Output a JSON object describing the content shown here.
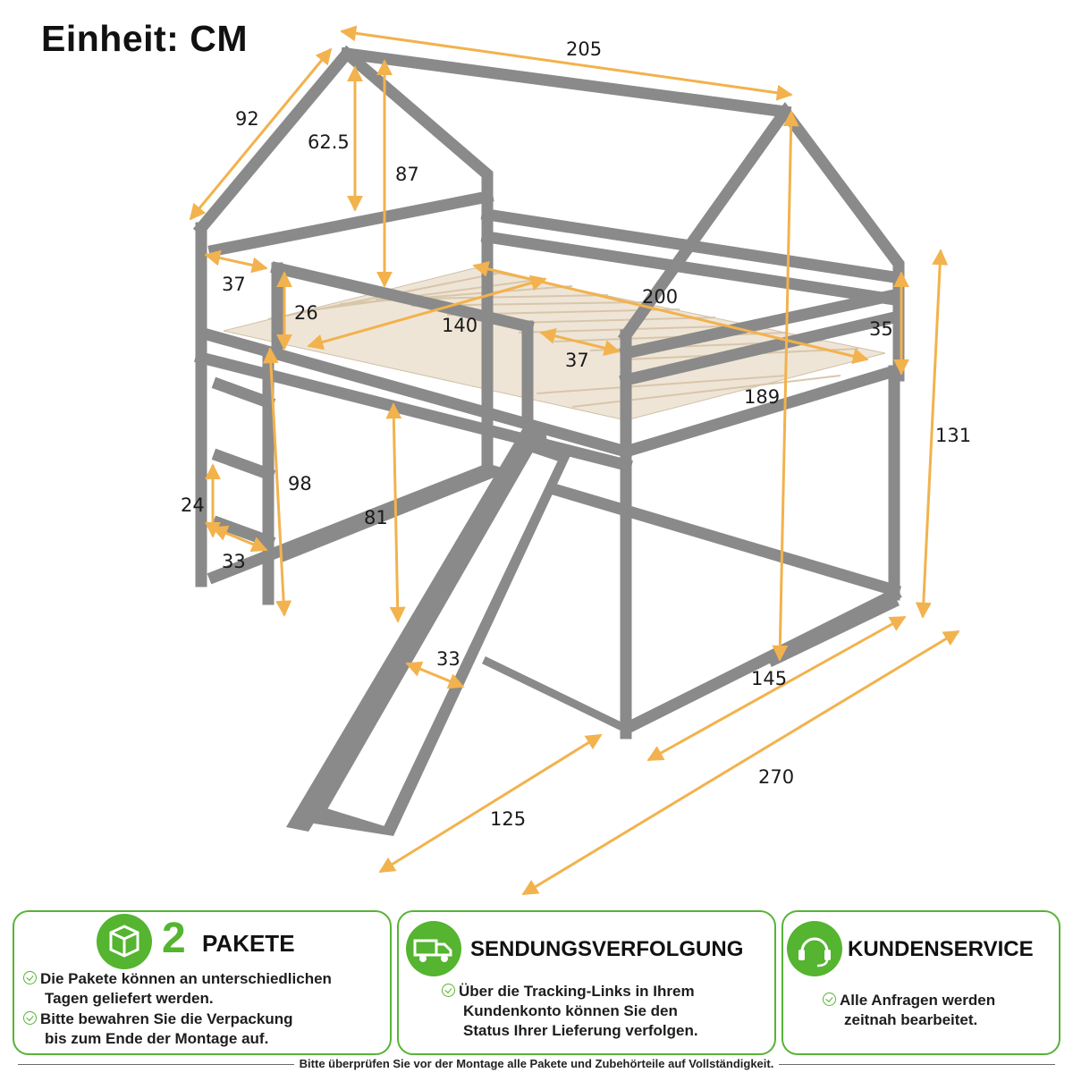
{
  "unit_title": "Einheit: CM",
  "dimensions": {
    "roof_width": "205",
    "roof_side": "92",
    "roof_peak_height": "62.5",
    "roof_total_height": "87",
    "rail_gap_left": "37",
    "rail_height": "26",
    "bed_width": "140",
    "bed_length": "200",
    "rail_opening": "37",
    "rail_height_right": "35",
    "inner_length": "189",
    "total_height": "131",
    "ladder_height": "98",
    "under_bed_height": "81",
    "ladder_step": "24",
    "ladder_width": "33",
    "slide_width": "33",
    "post_height": "145",
    "slide_length": "125",
    "total_length": "270"
  },
  "cards": {
    "packages": {
      "icon": "package-box-icon",
      "count": "2",
      "title": "PAKETE",
      "bullets": [
        [
          "Die Pakete können an unterschiedlichen",
          "Tagen geliefert werden."
        ],
        [
          "Bitte bewahren Sie die Verpackung",
          "bis zum Ende der Montage auf."
        ]
      ]
    },
    "tracking": {
      "icon": "delivery-truck-icon",
      "title": "SENDUNGSVERFOLGUNG",
      "bullets": [
        [
          "Über die Tracking-Links in Ihrem",
          "Kundenkonto können Sie den",
          "Status Ihrer Lieferung verfolgen."
        ]
      ]
    },
    "service": {
      "icon": "headset-icon",
      "title": "KUNDENSERVICE",
      "bullets": [
        [
          "Alle Anfragen werden",
          "zeitnah bearbeitet."
        ]
      ]
    }
  },
  "footer_note": "Bitte überprüfen Sie vor der Montage alle Pakete und Zubehörteile auf Vollständigkeit.",
  "colors": {
    "frame": "#8a8a8a",
    "arrow": "#f2b24d",
    "accent_green": "#55b430",
    "slats": "#e6d8c4"
  }
}
